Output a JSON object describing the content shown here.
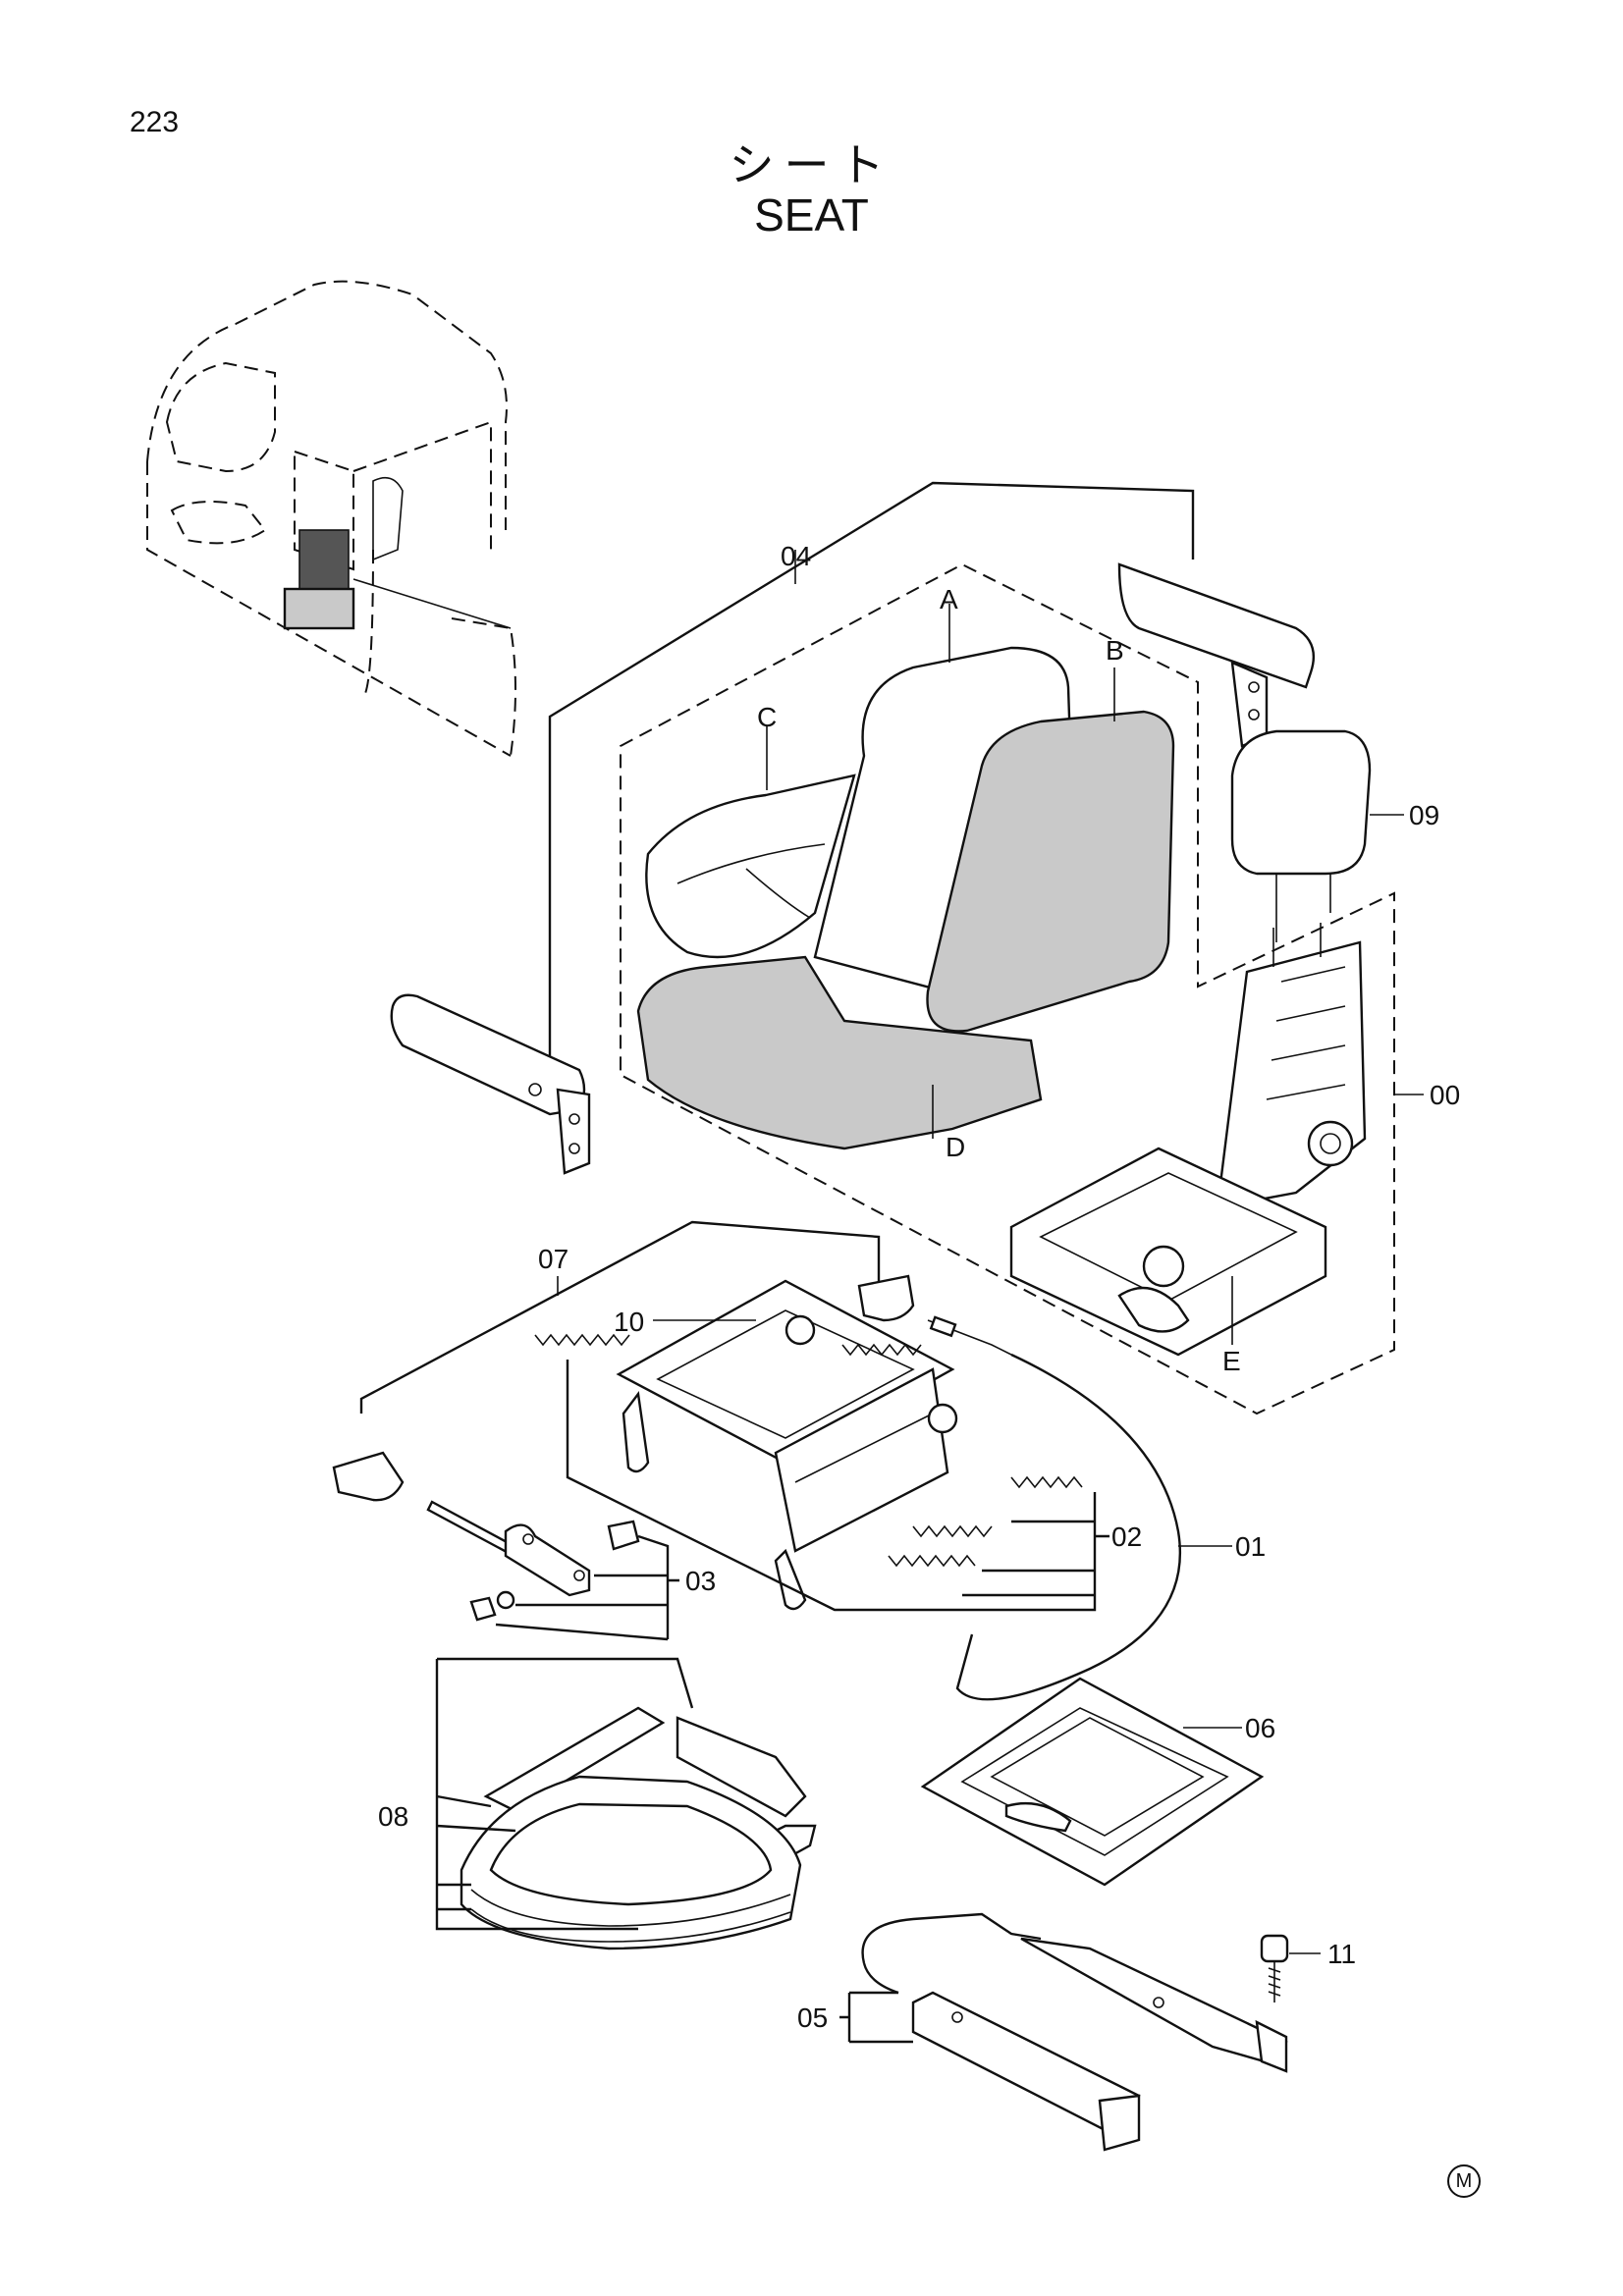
{
  "page": {
    "number": "223",
    "title_jp": "シート",
    "title_en": "SEAT",
    "marker": "M"
  },
  "callouts": {
    "c04": "04",
    "cA": "A",
    "cB": "B",
    "cC": "C",
    "cD": "D",
    "cE": "E",
    "c09": "09",
    "c00": "00",
    "c07": "07",
    "c10": "10",
    "c01": "01",
    "c02": "02",
    "c03": "03",
    "c06": "06",
    "c08": "08",
    "c11": "11",
    "c05": "05"
  }
}
